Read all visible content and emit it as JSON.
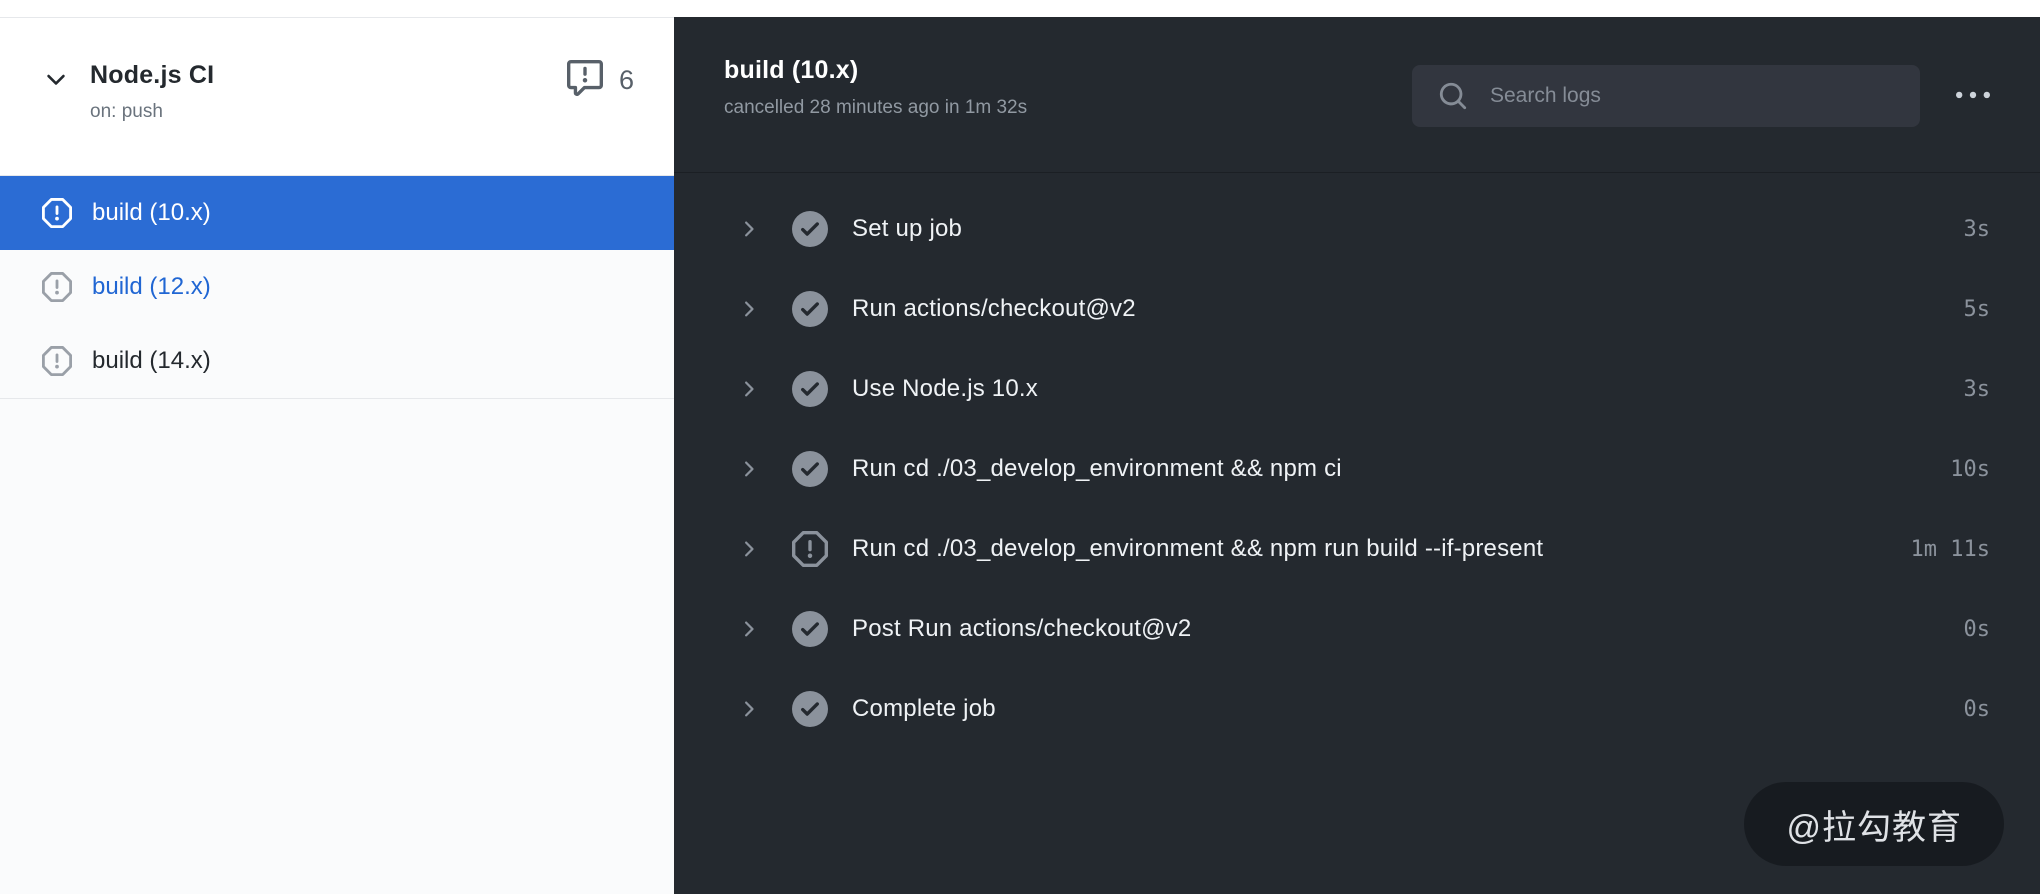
{
  "sidebar": {
    "workflow_name": "Node.js CI",
    "trigger": "on: push",
    "annotations_count": "6",
    "jobs": [
      {
        "label": "build (10.x)",
        "status": "cancelled",
        "state": "selected"
      },
      {
        "label": "build (12.x)",
        "status": "cancelled",
        "state": "hovered-link"
      },
      {
        "label": "build (14.x)",
        "status": "cancelled",
        "state": "default"
      }
    ]
  },
  "log_panel": {
    "title": "build (10.x)",
    "status_line": "cancelled 28 minutes ago in 1m 32s",
    "search_placeholder": "Search logs",
    "steps": [
      {
        "name": "Set up job",
        "duration": "3s",
        "status": "success"
      },
      {
        "name": "Run actions/checkout@v2",
        "duration": "5s",
        "status": "success"
      },
      {
        "name": "Use Node.js 10.x",
        "duration": "3s",
        "status": "success"
      },
      {
        "name": "Run cd ./03_develop_environment && npm ci",
        "duration": "10s",
        "status": "success"
      },
      {
        "name": "Run cd ./03_develop_environment && npm run build --if-present",
        "duration": "1m 11s",
        "status": "cancelled"
      },
      {
        "name": "Post Run actions/checkout@v2",
        "duration": "0s",
        "status": "success"
      },
      {
        "name": "Complete job",
        "duration": "0s",
        "status": "success"
      }
    ],
    "watermark": "@拉勾教育"
  },
  "colors": {
    "selected_job_bg": "#2b6cd4",
    "job_link_blue": "#2066d3",
    "panel_bg": "#24292f",
    "search_bg": "#32363f",
    "muted_gray": "#8b929c",
    "sidebar_border": "#e6e8eb"
  }
}
